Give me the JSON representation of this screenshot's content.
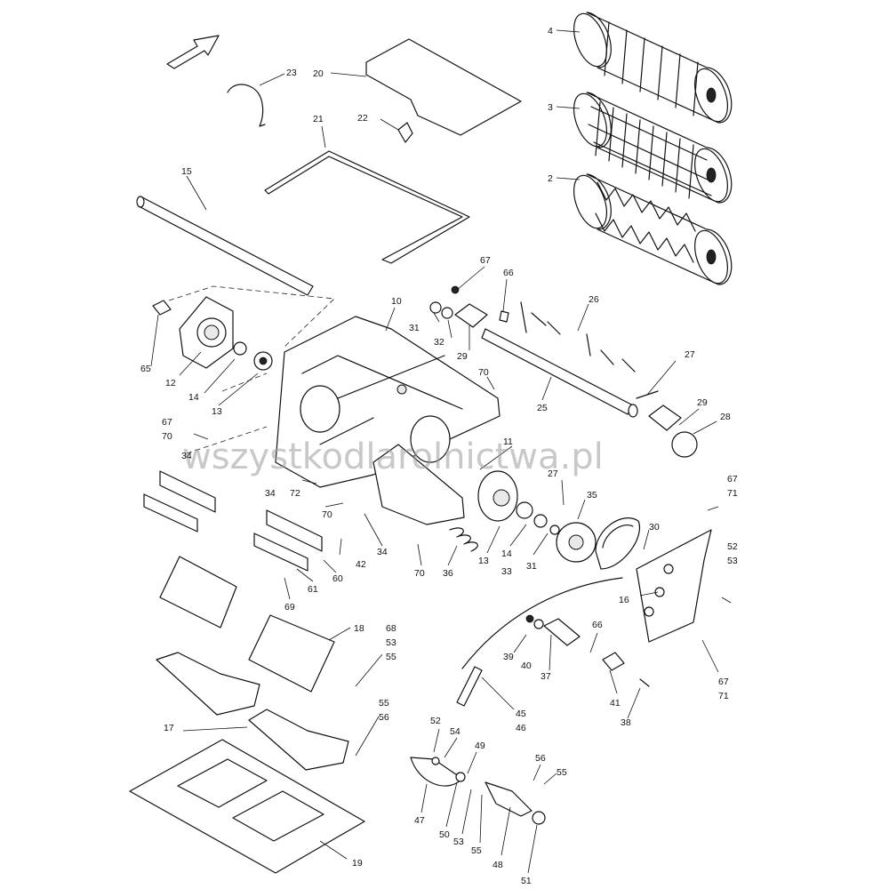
{
  "watermark": "wszystkodlarolnictwa.pl",
  "labels": [
    {
      "id": "l4",
      "text": "4"
    },
    {
      "id": "l3",
      "text": "3"
    },
    {
      "id": "l2",
      "text": "2"
    },
    {
      "id": "l23",
      "text": "23"
    },
    {
      "id": "l20",
      "text": "20"
    },
    {
      "id": "l21",
      "text": "21"
    },
    {
      "id": "l22",
      "text": "22"
    },
    {
      "id": "l15",
      "text": "15"
    },
    {
      "id": "l67a",
      "text": "67"
    },
    {
      "id": "l66a",
      "text": "66"
    },
    {
      "id": "l10",
      "text": "10"
    },
    {
      "id": "l31a",
      "text": "31"
    },
    {
      "id": "l32",
      "text": "32"
    },
    {
      "id": "l29a",
      "text": "29"
    },
    {
      "id": "l26",
      "text": "26"
    },
    {
      "id": "l27a",
      "text": "27"
    },
    {
      "id": "l65",
      "text": "65"
    },
    {
      "id": "l12",
      "text": "12"
    },
    {
      "id": "l14a",
      "text": "14"
    },
    {
      "id": "l13a",
      "text": "13"
    },
    {
      "id": "l70a",
      "text": "70"
    },
    {
      "id": "l25",
      "text": "25"
    },
    {
      "id": "l29b",
      "text": "29"
    },
    {
      "id": "l28",
      "text": "28"
    },
    {
      "id": "l67b",
      "text": "67"
    },
    {
      "id": "l70b",
      "text": "70"
    },
    {
      "id": "l34a",
      "text": "34"
    },
    {
      "id": "l11",
      "text": "11"
    },
    {
      "id": "l27b",
      "text": "27"
    },
    {
      "id": "l35",
      "text": "35"
    },
    {
      "id": "l67c",
      "text": "67"
    },
    {
      "id": "l71a",
      "text": "71"
    },
    {
      "id": "l34b",
      "text": "34"
    },
    {
      "id": "l72",
      "text": "72"
    },
    {
      "id": "l70c",
      "text": "70"
    },
    {
      "id": "l30",
      "text": "30"
    },
    {
      "id": "l52a",
      "text": "52"
    },
    {
      "id": "l53a",
      "text": "53"
    },
    {
      "id": "l42",
      "text": "42"
    },
    {
      "id": "l34c",
      "text": "34"
    },
    {
      "id": "l70d",
      "text": "70"
    },
    {
      "id": "l36",
      "text": "36"
    },
    {
      "id": "l13b",
      "text": "13"
    },
    {
      "id": "l14b",
      "text": "14"
    },
    {
      "id": "l33",
      "text": "33"
    },
    {
      "id": "l31b",
      "text": "31"
    },
    {
      "id": "l16",
      "text": "16"
    },
    {
      "id": "l61",
      "text": "61"
    },
    {
      "id": "l60",
      "text": "60"
    },
    {
      "id": "l69",
      "text": "69"
    },
    {
      "id": "l18",
      "text": "18"
    },
    {
      "id": "l68",
      "text": "68"
    },
    {
      "id": "l53b",
      "text": "53"
    },
    {
      "id": "l55a",
      "text": "55"
    },
    {
      "id": "l39",
      "text": "39"
    },
    {
      "id": "l40",
      "text": "40"
    },
    {
      "id": "l66b",
      "text": "66"
    },
    {
      "id": "l37",
      "text": "37"
    },
    {
      "id": "l41",
      "text": "41"
    },
    {
      "id": "l38",
      "text": "38"
    },
    {
      "id": "l67d",
      "text": "67"
    },
    {
      "id": "l71b",
      "text": "71"
    },
    {
      "id": "l45",
      "text": "45"
    },
    {
      "id": "l46",
      "text": "46"
    },
    {
      "id": "l17",
      "text": "17"
    },
    {
      "id": "l55b",
      "text": "55"
    },
    {
      "id": "l56a",
      "text": "56"
    },
    {
      "id": "l52b",
      "text": "52"
    },
    {
      "id": "l54",
      "text": "54"
    },
    {
      "id": "l49",
      "text": "49"
    },
    {
      "id": "l56b",
      "text": "56"
    },
    {
      "id": "l55c",
      "text": "55"
    },
    {
      "id": "l47",
      "text": "47"
    },
    {
      "id": "l50",
      "text": "50"
    },
    {
      "id": "l53c",
      "text": "53"
    },
    {
      "id": "l55d",
      "text": "55"
    },
    {
      "id": "l48",
      "text": "48"
    },
    {
      "id": "l51",
      "text": "51"
    },
    {
      "id": "l19",
      "text": "19"
    }
  ]
}
